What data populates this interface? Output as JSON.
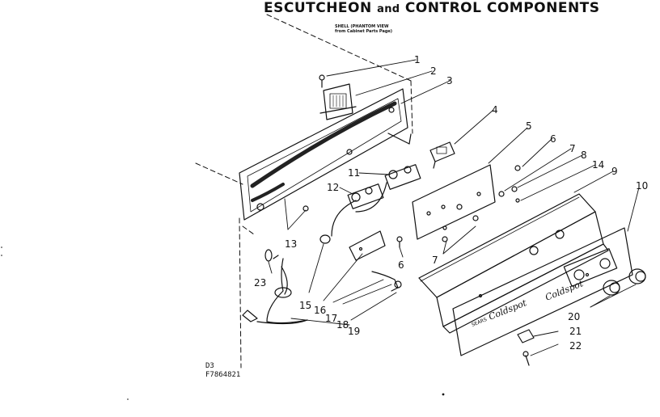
{
  "title": {
    "main": "ESCUTCHEON",
    "joiner": "and",
    "rest": "CONTROL COMPONENTS"
  },
  "note": {
    "line1": "SHELL (PHANTOM VIEW",
    "line2": "from Cabinet Parts Page)"
  },
  "drawing_id": {
    "line1": "D3",
    "line2": "F7864821"
  },
  "panel_lettering": {
    "brand_small": "SEARS",
    "brand_script": "Coldspot",
    "signature": "Coldspot"
  },
  "callouts": [
    "1",
    "2",
    "3",
    "4",
    "5",
    "6",
    "7",
    "8",
    "14",
    "9",
    "10",
    "11",
    "12",
    "13",
    "6",
    "7",
    "15",
    "16",
    "17",
    "18",
    "19",
    "23",
    "20",
    "21",
    "22"
  ]
}
